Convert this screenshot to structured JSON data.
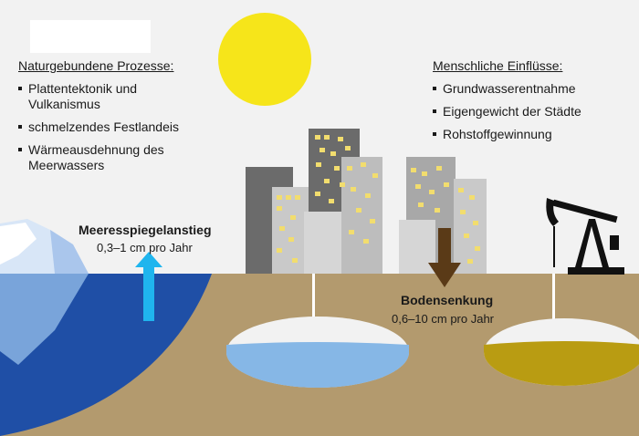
{
  "natural": {
    "heading": "Naturgebundene Prozesse:",
    "items": [
      "Plattentektonik und Vulkanismus",
      "schmelzendes Festlandeis",
      "Wärmeausdehnung des Meerwassers"
    ]
  },
  "human": {
    "heading": "Menschliche Einflüsse:",
    "items": [
      "Grundwasserentnahme",
      "Eigengewicht der Städte",
      "Rohstoffgewinnung"
    ]
  },
  "sea_rise": {
    "title": "Meeresspiegelanstieg",
    "rate": "0,3–1 cm pro Jahr"
  },
  "subsidence": {
    "title": "Bodensenkung",
    "rate": "0,6–10 cm pro Jahr"
  },
  "colors": {
    "sky": "#f2f2f2",
    "ground": "#b39a6e",
    "sea": "#1f4fa6",
    "sun": "#f6e51a",
    "arrow_up": "#1fb5ee",
    "arrow_down": "#5a3a17",
    "aquifer_water": "#86b7e6",
    "oil": "#b99c12"
  }
}
